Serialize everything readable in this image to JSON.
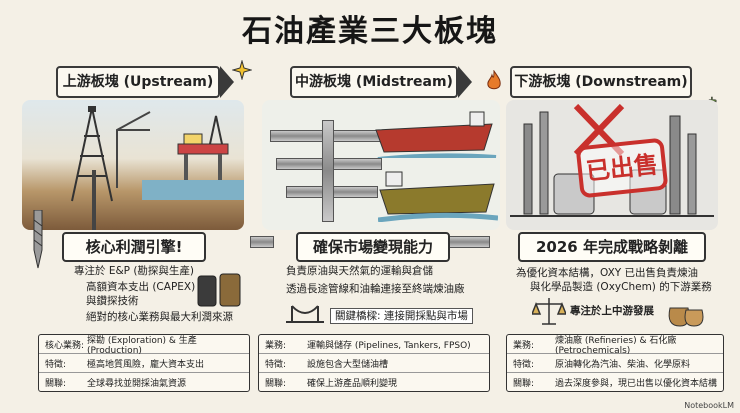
{
  "title": "石油產業三大板塊",
  "sections": [
    {
      "header": "上游板塊 (Upstream)",
      "banner": "核心利潤引擎!",
      "bullets": [
        "專注於 E&P (勘探與生產)",
        "高額資本支出 (CAPEX)",
        "與鑽探技術",
        "絕對的核心業務與最大利潤來源"
      ],
      "table": [
        {
          "key": "核心業務:",
          "value": "探勘 (Exploration) & 生產 (Production)"
        },
        {
          "key": "特徵:",
          "value": "極高地質風險，龐大資本支出"
        },
        {
          "key": "關聯:",
          "value": "全球尋找並開採油氣資源"
        }
      ]
    },
    {
      "header": "中游板塊 (Midstream)",
      "banner": "確保市場變現能力",
      "bullets": [
        "負責原油與天然氣的運輸與倉儲",
        "透過長途管線和油輪連接至終端煉油廠",
        "關鍵橋樑: 連接開採點與市場"
      ],
      "table": [
        {
          "key": "業務:",
          "value": "運輸與儲存 (Pipelines, Tankers, FPSO)"
        },
        {
          "key": "特徵:",
          "value": "設施包含大型儲油槽"
        },
        {
          "key": "關聯:",
          "value": "確保上游產品順利變現"
        }
      ]
    },
    {
      "header": "下游板塊 (Downstream)",
      "banner": "2026 年完成戰略剝離",
      "stamp": "已出售",
      "bullets": [
        "為優化資本結構，OXY 已出售負責煉油",
        "與化學品製造 (OxyChem) 的下游業務",
        "專注於上中游發展"
      ],
      "table": [
        {
          "key": "業務:",
          "value": "煉油廠 (Refineries) & 石化廠 (Petrochemicals)"
        },
        {
          "key": "特徵:",
          "value": "原油轉化為汽油、柴油、化學原料"
        },
        {
          "key": "關聯:",
          "value": "過去深度參與，現已出售以優化資本結構"
        }
      ]
    }
  ],
  "icons": [
    "oil-rig-icon",
    "offshore-platform-icon",
    "tanker-ship-icon",
    "refinery-icon",
    "pipeline-icon",
    "oil-barrel-icon",
    "drill-bit-icon",
    "bridge-icon",
    "scale-icon",
    "money-bag-icon",
    "fire-icon",
    "dollar-icon",
    "sparkle-icon"
  ],
  "watermark": "NotebookLM",
  "colors": {
    "stamp": "#c9302c",
    "ink": "#222222",
    "paper": "#f4f0e6"
  }
}
